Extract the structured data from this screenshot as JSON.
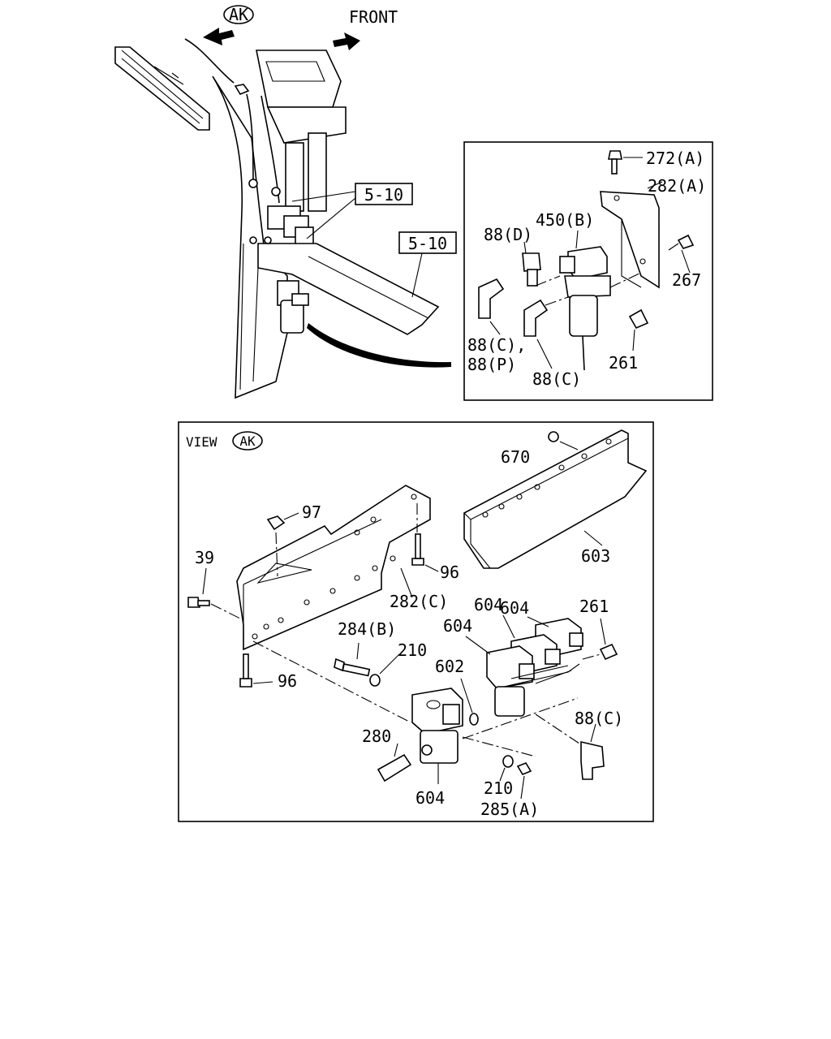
{
  "top": {
    "view_marker": "AK",
    "front_label": "FRONT",
    "callouts": [
      "5-10",
      "5-10"
    ]
  },
  "detail": {
    "labels": [
      "272(A)",
      "282(A)",
      "450(B)",
      "88(D)",
      "267",
      "88(C),",
      "88(P)",
      "88(C)",
      "261"
    ]
  },
  "view": {
    "title_prefix": "VIEW",
    "marker": "AK",
    "labels": {
      "p670": "670",
      "p603": "603",
      "p97": "97",
      "p39": "39",
      "p96a": "96",
      "p282c": "282(C)",
      "p96b": "96",
      "p284b": "284(B)",
      "p210a": "210",
      "p604a": "604",
      "p604b": "604",
      "p604c": "604",
      "p261": "261",
      "p602": "602",
      "p88c": "88(C)",
      "p280": "280",
      "p604d": "604",
      "p210b": "210",
      "p285a": "285(A)"
    }
  }
}
